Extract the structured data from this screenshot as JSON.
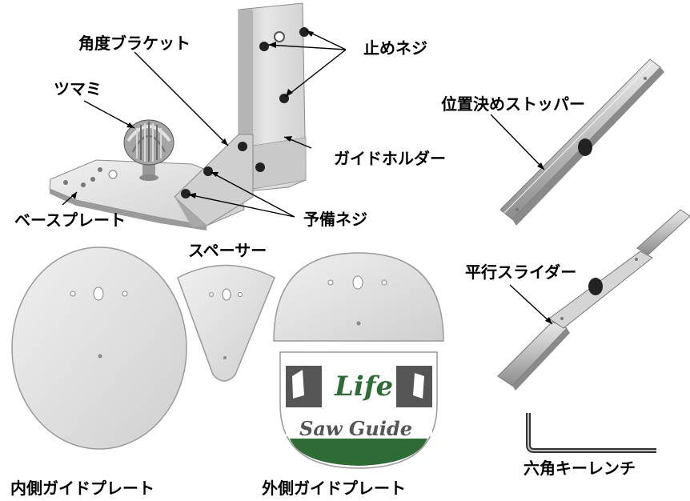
{
  "labels": {
    "angle_bracket": "角度ブラケット",
    "set_screw": "止めネジ",
    "knob": "ツマミ",
    "positioning_stopper": "位置決めストッパー",
    "guide_holder": "ガイドホルダー",
    "spare_screw": "予備ネジ",
    "base_plate": "ベースプレート",
    "spacer": "スペーサー",
    "parallel_slider": "平行スライダー",
    "inner_guide_plate": "内側ガイドプレート",
    "outer_guide_plate": "外側ガイドプレート",
    "hex_key_wrench": "六角キーレンチ"
  },
  "logo": {
    "brand": "Life",
    "product": "Saw Guide"
  },
  "colors": {
    "part_light": "#e3e3e3",
    "part_mid": "#c4c4c4",
    "part_dark": "#8a8a8a",
    "screw": "#222222",
    "logo_dark": "#555555",
    "logo_green": "#2f6b35"
  }
}
